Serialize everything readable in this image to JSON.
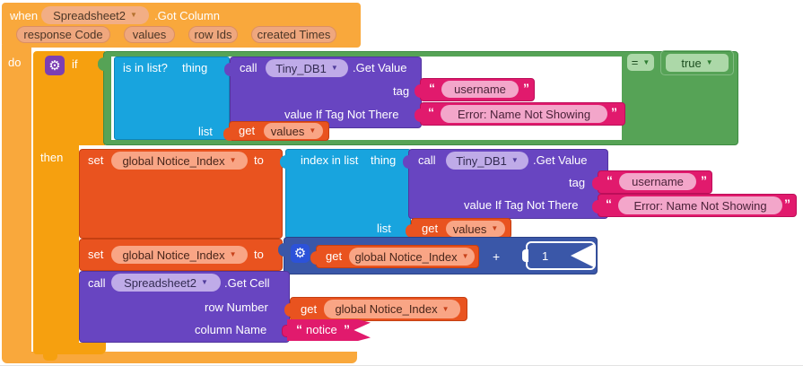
{
  "ui": {
    "arrow": "▼",
    "open_quote": "“",
    "close_quote": "”",
    "gear": "⚙"
  },
  "colors": {
    "event_orange": "#F9A83C",
    "control_orange": "#F6A00F",
    "logic_green": "#56A356",
    "list_blue": "#18A4DE",
    "component_purple": "#6845C1",
    "text_magenta": "#E11A6D",
    "variable_redorange": "#E9531F",
    "math_blue": "#3A57A8",
    "workspace": "#FFFFFF"
  },
  "when_block": {
    "keyword": "when",
    "component": "Spreadsheet2",
    "event": ".Got Column",
    "do_label": "do",
    "params": {
      "response_code": "response Code",
      "values": "values",
      "row_ids": "row Ids",
      "created_times": "created Times"
    }
  },
  "if_block": {
    "keyword": "if",
    "then_label": "then"
  },
  "condition": {
    "compare": {
      "operator": "=",
      "right_value": "true"
    },
    "is_in_list": {
      "label": "is in list?",
      "thing_label": "thing",
      "list_label": "list"
    },
    "call_tinydb": {
      "keyword": "call",
      "component": "Tiny_DB1",
      "method": ".Get Value",
      "param_tag": "tag",
      "param_value_if": "value If Tag Not There"
    },
    "tag_text": "username",
    "fallback_text": "Error: Name Not Showing",
    "get_values": {
      "keyword": "get",
      "variable": "values"
    }
  },
  "then_section": {
    "set_index_1": {
      "keyword": "set",
      "variable": "global Notice_Index",
      "to_label": "to"
    },
    "index_in_list": {
      "label": "index in list",
      "thing_label": "thing",
      "list_label": "list"
    },
    "call_tinydb": {
      "keyword": "call",
      "component": "Tiny_DB1",
      "method": ".Get Value",
      "param_tag": "tag",
      "param_value_if": "value If Tag Not There"
    },
    "tag_text": "username",
    "fallback_text": "Error: Name Not Showing",
    "get_values": {
      "keyword": "get",
      "variable": "values"
    },
    "set_index_2": {
      "keyword": "set",
      "variable": "global Notice_Index",
      "to_label": "to"
    },
    "math": {
      "get_keyword": "get",
      "variable": "global Notice_Index",
      "plus": "+",
      "number": "1"
    },
    "call_getcell": {
      "keyword": "call",
      "component": "Spreadsheet2",
      "method": ".Get Cell",
      "param_row": "row Number",
      "param_col": "column Name"
    },
    "get_index": {
      "keyword": "get",
      "variable": "global Notice_Index"
    },
    "notice_text": "notice"
  }
}
